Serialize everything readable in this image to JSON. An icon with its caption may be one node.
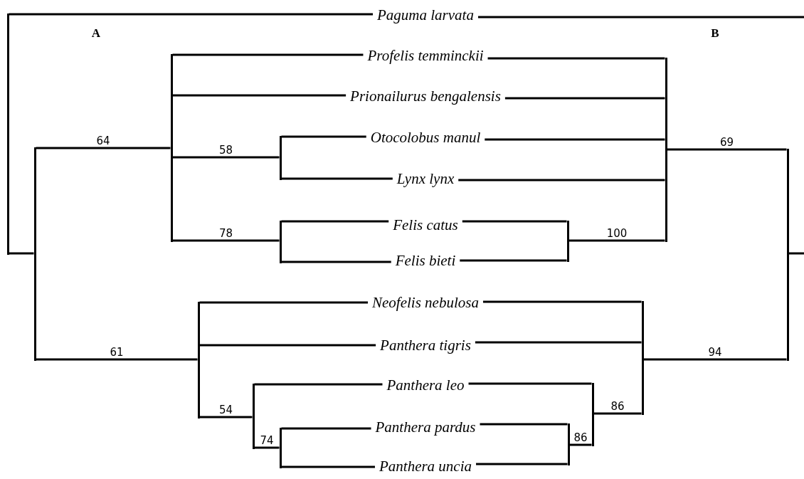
{
  "diagram": {
    "nodes": [
      {
        "text": [
          "Paguma larvata"
        ]
      },
      {
        "text": [
          "Profelis temminckii"
        ]
      },
      {
        "text": [
          "Prionailurus bengalensis"
        ]
      },
      {
        "text": [
          "Otocolobus manul"
        ]
      },
      {
        "text": [
          "Lynx lynx"
        ]
      },
      {
        "text": [
          "Felis catus"
        ]
      },
      {
        "text": [
          "Felis bieti"
        ]
      },
      {
        "text": [
          "Neofelis nebulosa"
        ]
      },
      {
        "text": [
          "Panthera tigris"
        ]
      },
      {
        "text": [
          "Panthera leo"
        ]
      },
      {
        "text": [
          "Panthera pardus"
        ]
      },
      {
        "text": [
          "Panthera uncia"
        ]
      },
      {
        "text": [],
        "shape": "bar"
      },
      {
        "text": [],
        "shape": "bar"
      },
      {
        "text": [],
        "shape": "bar"
      },
      {
        "text": [],
        "shape": "bar"
      },
      {
        "text": [],
        "shape": "bar"
      },
      {
        "text": [],
        "shape": "bar"
      },
      {
        "text": [],
        "shape": "bar"
      },
      {
        "text": [],
        "shape": "bar"
      },
      {
        "text": [],
        "shape": "bar"
      },
      {
        "text": [],
        "shape": "bar"
      },
      {
        "text": [],
        "shape": "bar"
      },
      {
        "text": [],
        "shape": "bar"
      },
      {
        "text": [],
        "shape": "bar"
      },
      {
        "text": [],
        "shape": "bar"
      }
    ],
    "edges": [
      {
        "from": 12,
        "to": 0,
        "arrow": "none"
      },
      {
        "from": 12,
        "to": 13,
        "arrow": "none"
      },
      {
        "from": 13,
        "to": 14,
        "arrow": "none",
        "label": "64"
      },
      {
        "from": 13,
        "to": 17,
        "arrow": "none",
        "label": "61"
      },
      {
        "from": 14,
        "to": 1,
        "arrow": "none"
      },
      {
        "from": 14,
        "to": 2,
        "arrow": "none"
      },
      {
        "from": 14,
        "to": 15,
        "arrow": "none",
        "label": "58"
      },
      {
        "from": 14,
        "to": 16,
        "arrow": "none",
        "label": "78"
      },
      {
        "from": 15,
        "to": 3,
        "arrow": "none"
      },
      {
        "from": 15,
        "to": 4,
        "arrow": "none"
      },
      {
        "from": 16,
        "to": 5,
        "arrow": "none"
      },
      {
        "from": 16,
        "to": 6,
        "arrow": "none"
      },
      {
        "from": 17,
        "to": 7,
        "arrow": "none"
      },
      {
        "from": 17,
        "to": 8,
        "arrow": "none"
      },
      {
        "from": 17,
        "to": 18,
        "arrow": "none",
        "label": "54"
      },
      {
        "from": 18,
        "to": 9,
        "arrow": "none"
      },
      {
        "from": 18,
        "to": 19,
        "arrow": "none",
        "label": "74"
      },
      {
        "from": 19,
        "to": 10,
        "arrow": "none"
      },
      {
        "from": 19,
        "to": 11,
        "arrow": "none"
      },
      {
        "from": 0,
        "to": null,
        "arrow": "none"
      },
      {
        "from": 20,
        "to": null,
        "arrow": "none"
      },
      {
        "from": 20,
        "to": 21,
        "arrow": "none",
        "label": "69"
      },
      {
        "from": 20,
        "to": 23,
        "arrow": "none",
        "label": "94"
      },
      {
        "from": 21,
        "to": 1,
        "arrow": "none"
      },
      {
        "from": 21,
        "to": 2,
        "arrow": "none"
      },
      {
        "from": 21,
        "to": 3,
        "arrow": "none"
      },
      {
        "from": 21,
        "to": 4,
        "arrow": "none"
      },
      {
        "from": 21,
        "to": 22,
        "arrow": "none",
        "label": "100"
      },
      {
        "from": 22,
        "to": 5,
        "arrow": "none"
      },
      {
        "from": 22,
        "to": 6,
        "arrow": "none"
      },
      {
        "from": 23,
        "to": 7,
        "arrow": "none"
      },
      {
        "from": 23,
        "to": 8,
        "arrow": "none"
      },
      {
        "from": 23,
        "to": 24,
        "arrow": "none",
        "label": "86"
      },
      {
        "from": 24,
        "to": 9,
        "arrow": "none"
      },
      {
        "from": 24,
        "to": 25,
        "arrow": "none",
        "label": "86"
      },
      {
        "from": 25,
        "to": 10,
        "arrow": "none"
      },
      {
        "from": 25,
        "to": 11,
        "arrow": "none"
      }
    ],
    "labels": [
      "A",
      "B"
    ]
  }
}
